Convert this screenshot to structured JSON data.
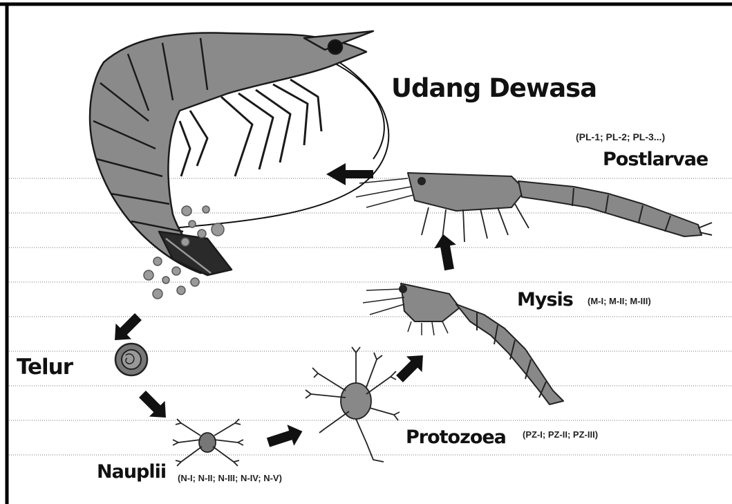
{
  "stages": {
    "adult": "Udang Dewasa",
    "egg": "Telur",
    "nauplii": "Nauplii",
    "nauplii_sub": "(N-I; N-II; N-III; N-IV; N-V)",
    "protozoea": "Protozoea",
    "protozoea_sub": "(PZ-I; PZ-II; PZ-III)",
    "mysis": "Mysis",
    "mysis_sub": "(M-I; M-II; M-III)",
    "postlarvae": "Postlarvae",
    "postlarvae_sub": "(PL-1; PL-2; PL-3...)"
  },
  "colors": {
    "shrimp_fill": "#8a8a8a",
    "shrimp_line": "#1a1a1a",
    "arrow": "#111111",
    "water_line": "#b0b0b0",
    "frame": "#000000"
  }
}
